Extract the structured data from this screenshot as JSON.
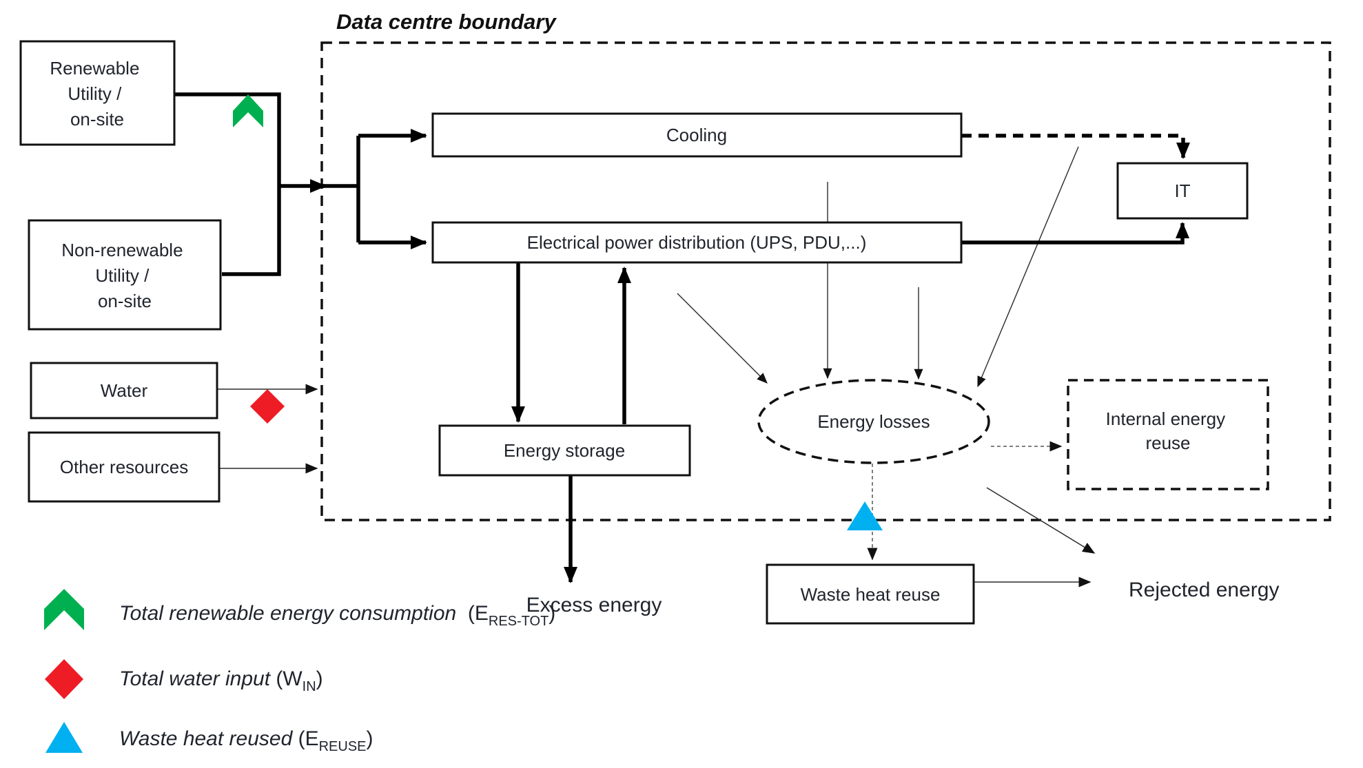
{
  "diagram_title": "Data centre boundary",
  "colors": {
    "renewable_green": "#00b050",
    "water_red": "#ee1c25",
    "heat_blue": "#00b0f0",
    "line_black": "#000000"
  },
  "nodes": {
    "renewable": {
      "lines": [
        "Renewable",
        "Utility /",
        "on-site"
      ]
    },
    "non_renewable": {
      "lines": [
        "Non-renewable",
        "Utility /",
        "on-site"
      ]
    },
    "water": {
      "label": "Water"
    },
    "other_resources": {
      "label": "Other resources"
    },
    "cooling": {
      "label": "Cooling"
    },
    "electrical": {
      "label": "Electrical power distribution (UPS, PDU,...)"
    },
    "it": {
      "label": "IT"
    },
    "energy_storage": {
      "label": "Energy storage"
    },
    "energy_losses": {
      "label": "Energy losses"
    },
    "internal_energy_reuse": {
      "lines": [
        "Internal energy",
        "reuse"
      ]
    },
    "waste_heat_reuse": {
      "label": "Waste heat reuse"
    },
    "excess_energy": {
      "label": "Excess energy"
    },
    "rejected_energy": {
      "label": "Rejected energy"
    }
  },
  "legend": [
    {
      "icon": "green-chevron-arrow",
      "text": "Total renewable energy consumption",
      "symbol_prefix": "  (E",
      "subscript": "RES-TOT",
      "symbol_suffix": ")"
    },
    {
      "icon": "red-diamond",
      "text": "Total water input",
      "symbol_prefix": " (W",
      "subscript": "IN",
      "symbol_suffix": ")"
    },
    {
      "icon": "blue-triangle",
      "text": "Waste heat reused",
      "symbol_prefix": " (E",
      "subscript": "REUSE",
      "symbol_suffix": ")"
    }
  ]
}
